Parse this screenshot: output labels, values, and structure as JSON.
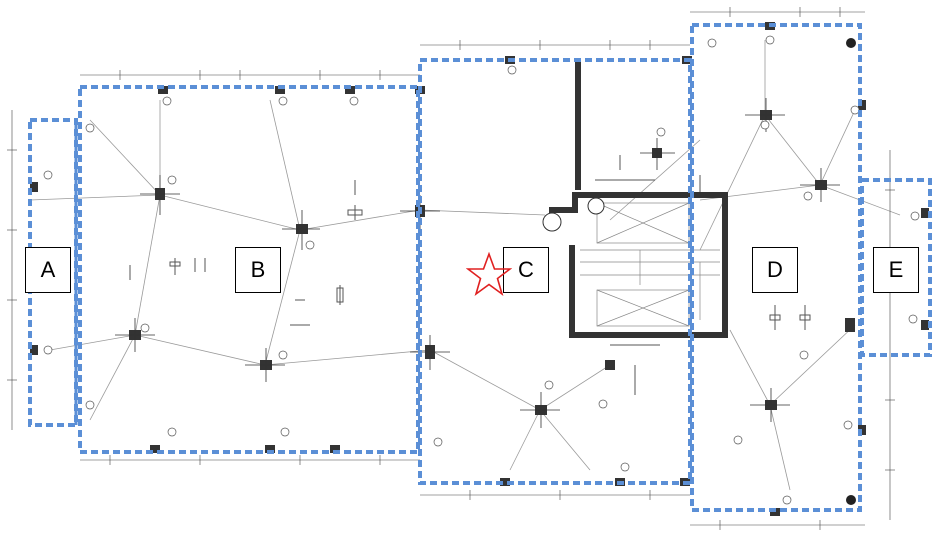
{
  "zones": [
    {
      "id": "A",
      "label": "A"
    },
    {
      "id": "B",
      "label": "B"
    },
    {
      "id": "C",
      "label": "C"
    },
    {
      "id": "D",
      "label": "D"
    },
    {
      "id": "E",
      "label": "E"
    }
  ],
  "colors": {
    "zone_outline": "#5b8fd6",
    "structure": "#333333",
    "star": "#e02020",
    "linework": "#9a9a9a"
  },
  "marker": {
    "icon": "star-icon",
    "zone": "C"
  }
}
